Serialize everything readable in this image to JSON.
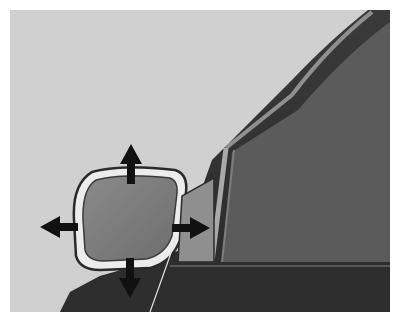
{
  "illustration": {
    "subject": "side-mirror-adjustment",
    "arrows": [
      "up",
      "down",
      "left",
      "right"
    ]
  }
}
